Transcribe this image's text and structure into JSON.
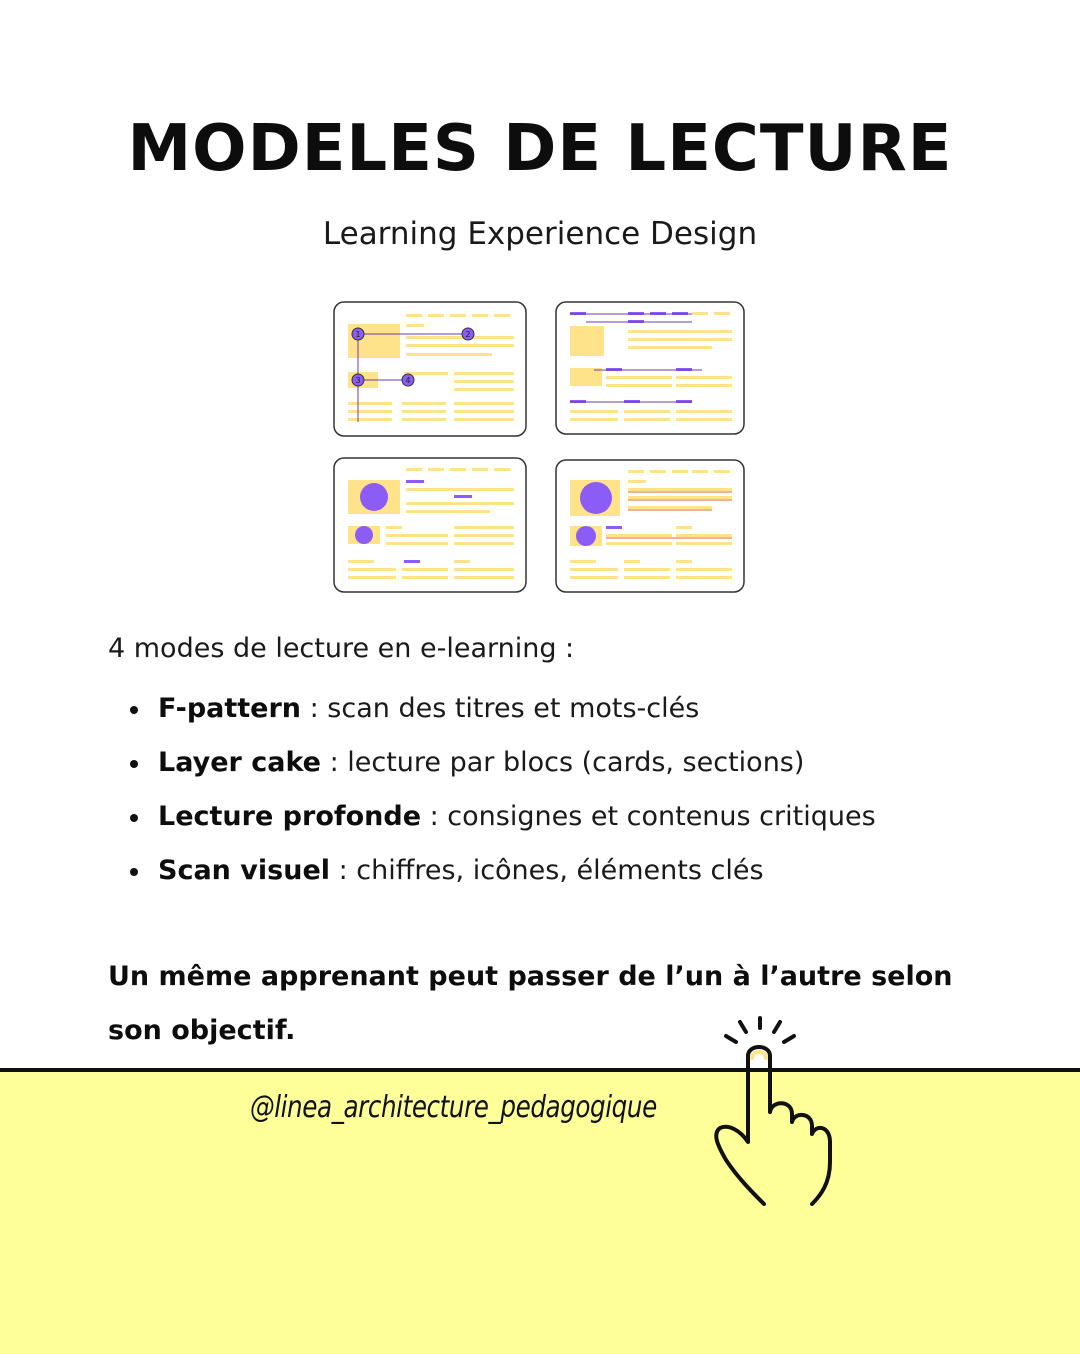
{
  "header": {
    "title": "MODELES DE LECTURE",
    "subtitle": "Learning Experience Design"
  },
  "illustration": {
    "panel_markers": [
      "1",
      "2",
      "3",
      "4"
    ],
    "colors": {
      "accent": "#8b5cf6",
      "highlight": "#ffe38a",
      "frame": "#333333"
    }
  },
  "intro": "4 modes de lecture en e-learning :",
  "modes": [
    {
      "name": "F-pattern",
      "desc": " : scan des titres et mots-clés"
    },
    {
      "name": "Layer cake",
      "desc": " : lecture par blocs (cards, sections)"
    },
    {
      "name": "Lecture profonde",
      "desc": " : consignes et contenus critiques"
    },
    {
      "name": "Scan visuel",
      "desc": " : chiffres, icônes, éléments clés"
    }
  ],
  "conclusion": {
    "line1": "Un même apprenant peut passer de l’un à l’autre selon",
    "line2": "son objectif."
  },
  "footer": {
    "handle": "@linea_architecture_pedagogique",
    "icon": "pointing-hand-icon",
    "background": "#ffff99"
  }
}
